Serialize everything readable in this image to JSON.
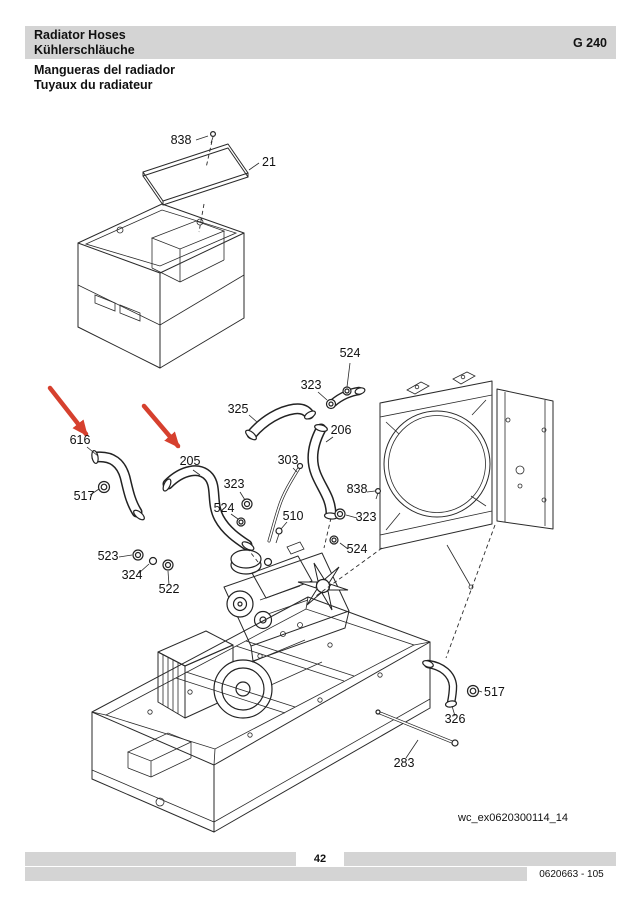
{
  "header": {
    "title_en": "Radiator Hoses",
    "title_de": "Kühlerschläuche",
    "code": "G 240",
    "title_es": "Mangueras del radiador",
    "title_fr": "Tuyaux du radiateur"
  },
  "diagram": {
    "reference": "wc_ex0620300114_14",
    "labels": [
      {
        "part": "838"
      },
      {
        "part": "21"
      },
      {
        "part": "524"
      },
      {
        "part": "323"
      },
      {
        "part": "325"
      },
      {
        "part": "206"
      },
      {
        "part": "616"
      },
      {
        "part": "205"
      },
      {
        "part": "303"
      },
      {
        "part": "323"
      },
      {
        "part": "838"
      },
      {
        "part": "517"
      },
      {
        "part": "524"
      },
      {
        "part": "510"
      },
      {
        "part": "323"
      },
      {
        "part": "524"
      },
      {
        "part": "523"
      },
      {
        "part": "324"
      },
      {
        "part": "522"
      },
      {
        "part": "517"
      },
      {
        "part": "326"
      },
      {
        "part": "283"
      }
    ]
  },
  "footer": {
    "page_number": "42",
    "doc_number": "0620663 - 105"
  },
  "colors": {
    "header_bg": "#d4d4d4",
    "arrow_red": "#d6402e"
  }
}
